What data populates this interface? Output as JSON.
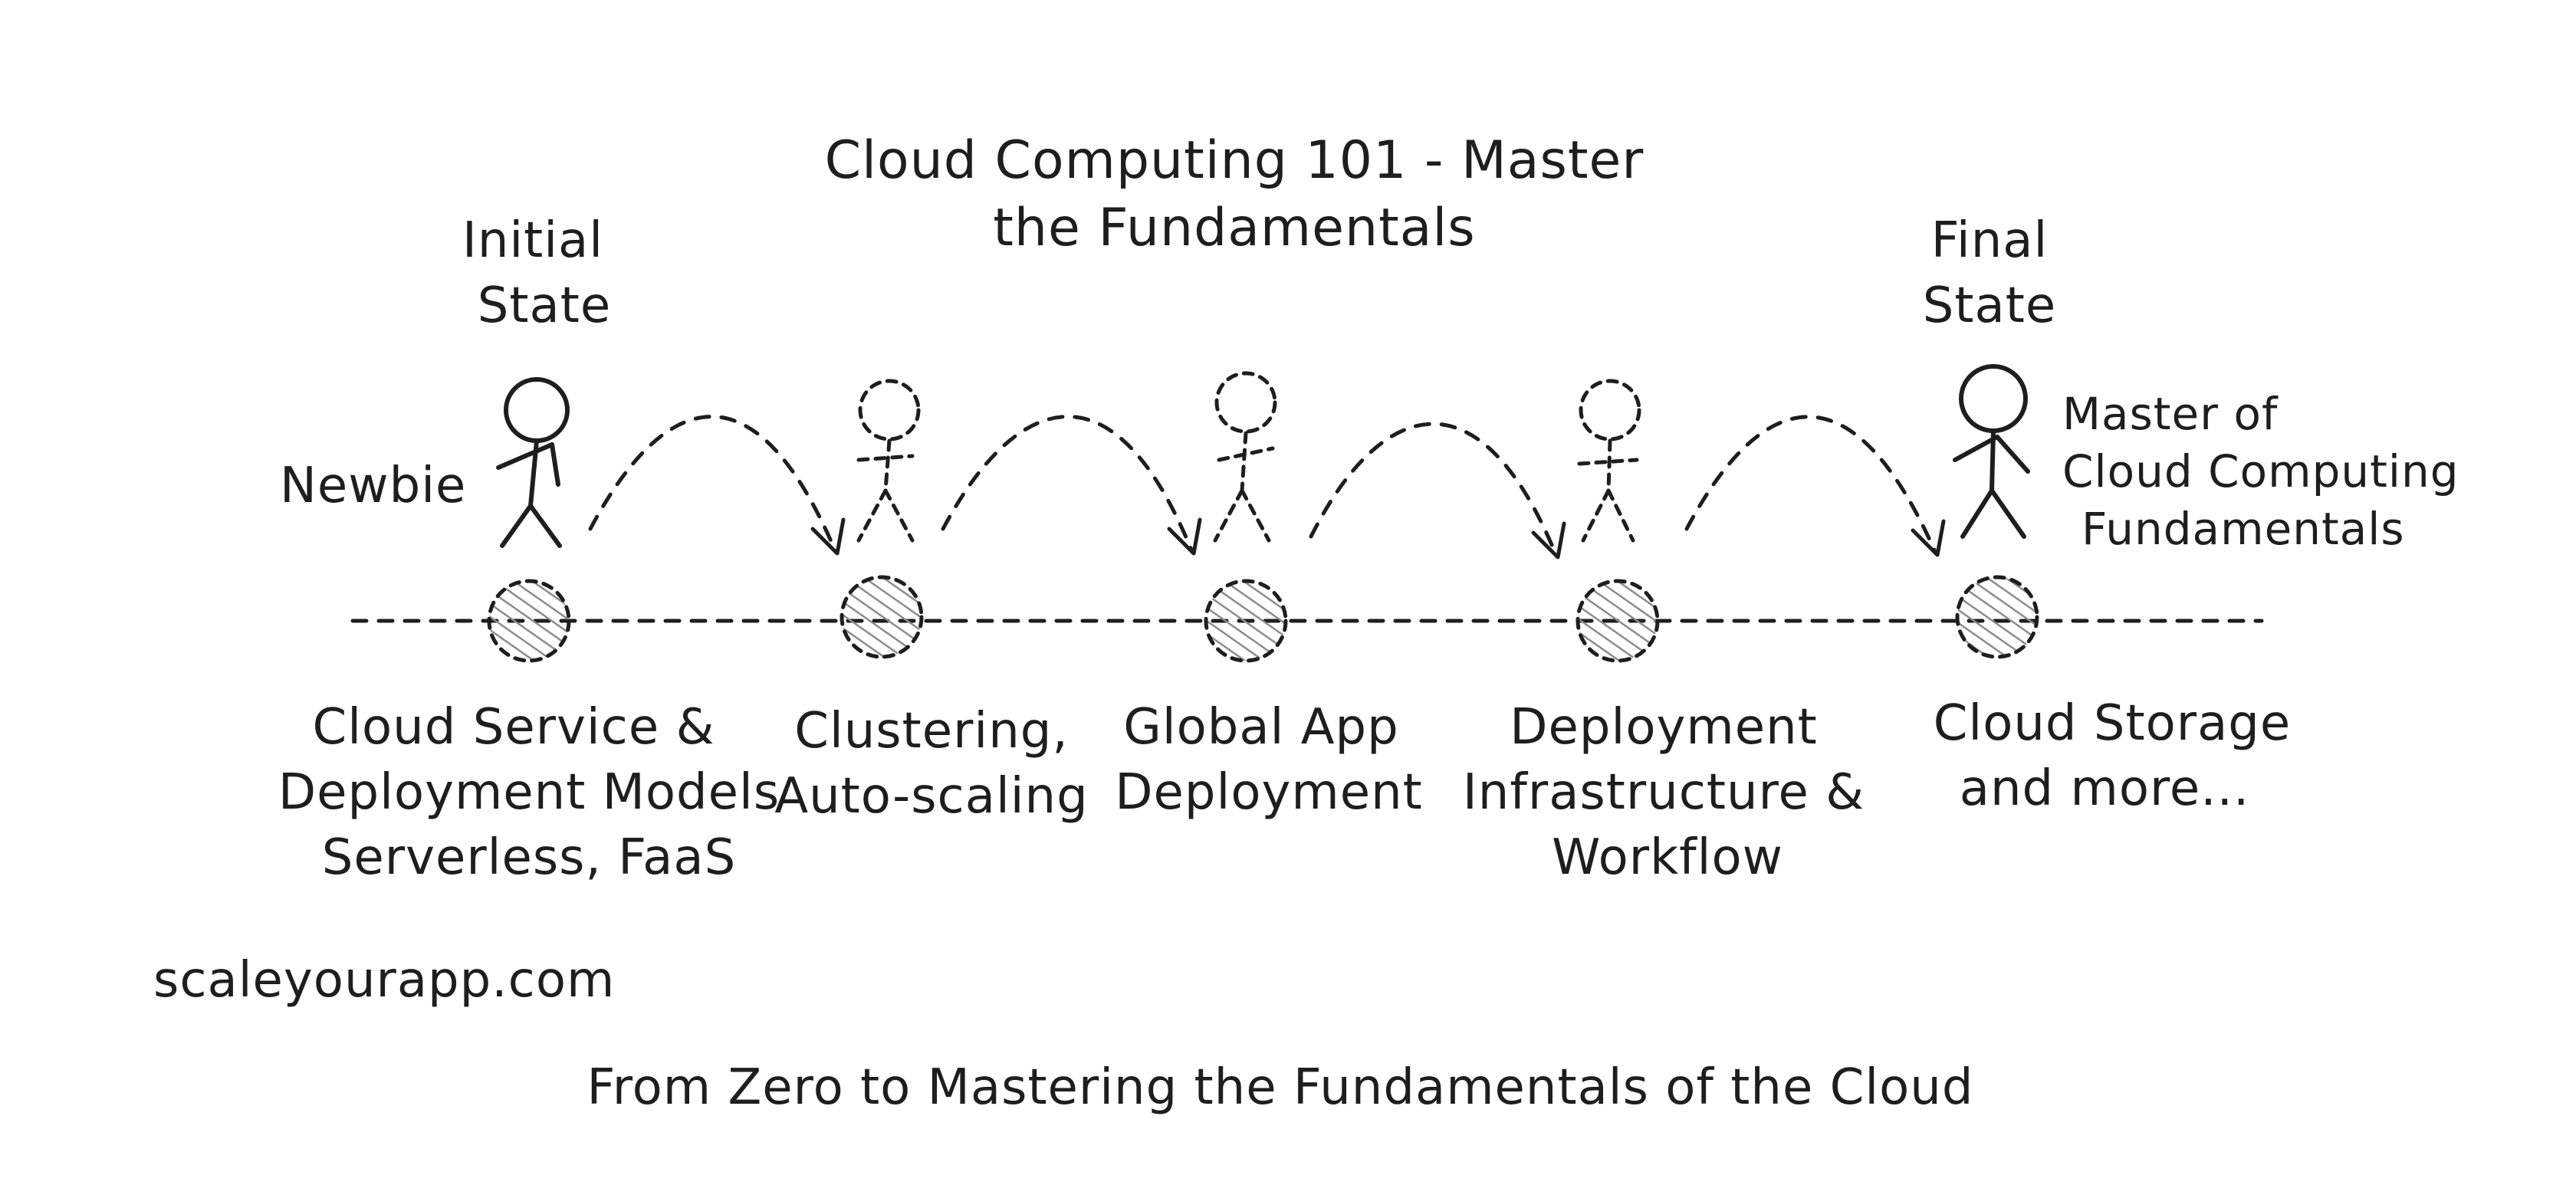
{
  "title_line1": "Cloud Computing 101 - Master",
  "title_line2": "the Fundamentals",
  "initial_state": [
    "Initial",
    "State"
  ],
  "final_state": [
    "Final",
    "State"
  ],
  "newbie": "Newbie",
  "master": [
    "Master of",
    "Cloud Computing",
    "Fundamentals"
  ],
  "stages": [
    {
      "lines": [
        "Cloud Service &",
        "Deployment Models",
        "Serverless, FaaS"
      ]
    },
    {
      "lines": [
        "Clustering,",
        "Auto-scaling"
      ]
    },
    {
      "lines": [
        "Global App",
        "Deployment"
      ]
    },
    {
      "lines": [
        "Deployment",
        "Infrastructure &",
        "Workflow"
      ]
    },
    {
      "lines": [
        "Cloud Storage",
        "and more..."
      ]
    }
  ],
  "website": "scaleyourapp.com",
  "footer": "From Zero to Mastering the Fundamentals of the Cloud",
  "colors": {
    "ink": "#1e1e1e",
    "hatch": "#8c8c8c"
  }
}
